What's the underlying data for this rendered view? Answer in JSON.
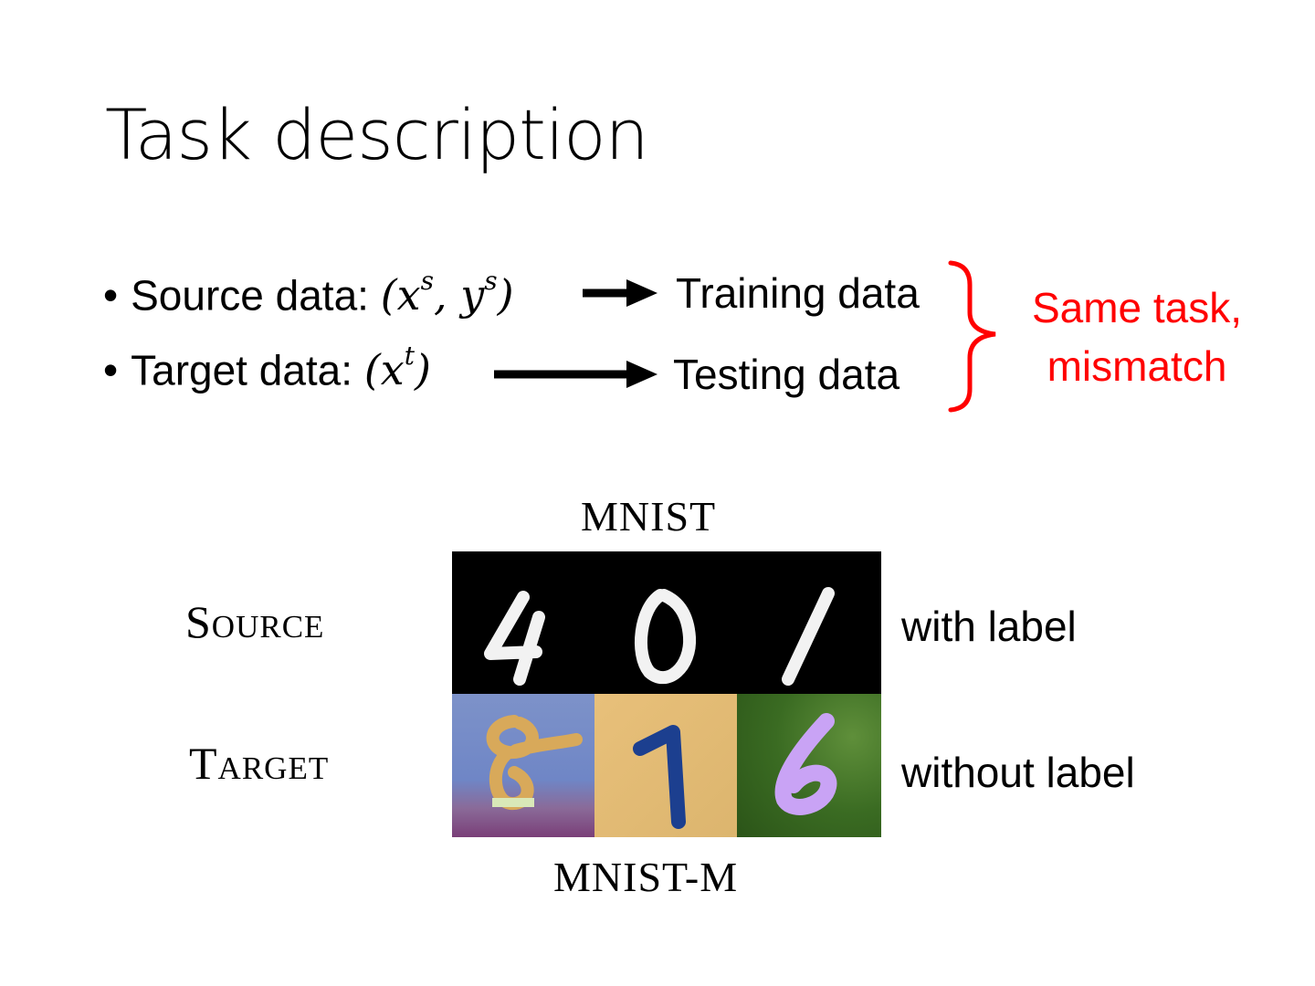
{
  "title": "Task description",
  "bullets": [
    {
      "label": "Source data: ",
      "math_base1": "(x",
      "math_sup1": "s",
      "math_mid": ", y",
      "math_sup2": "s",
      "math_end": ")",
      "target": "Training data"
    },
    {
      "label": "Target data: ",
      "math_base1": "(x",
      "math_sup1": "t",
      "math_end": ")",
      "target": "Testing data"
    }
  ],
  "note": {
    "line1": "Same task,",
    "line2": "mismatch",
    "color": "#ff0000"
  },
  "figure": {
    "top_label": "MNIST",
    "bottom_label": "MNIST-M",
    "row_labels": [
      "Source",
      "Target"
    ],
    "side_labels": [
      "with label",
      "without label"
    ],
    "source_digits": [
      "4",
      "0",
      "1"
    ],
    "target_digits": [
      "8",
      "1",
      "6"
    ]
  }
}
